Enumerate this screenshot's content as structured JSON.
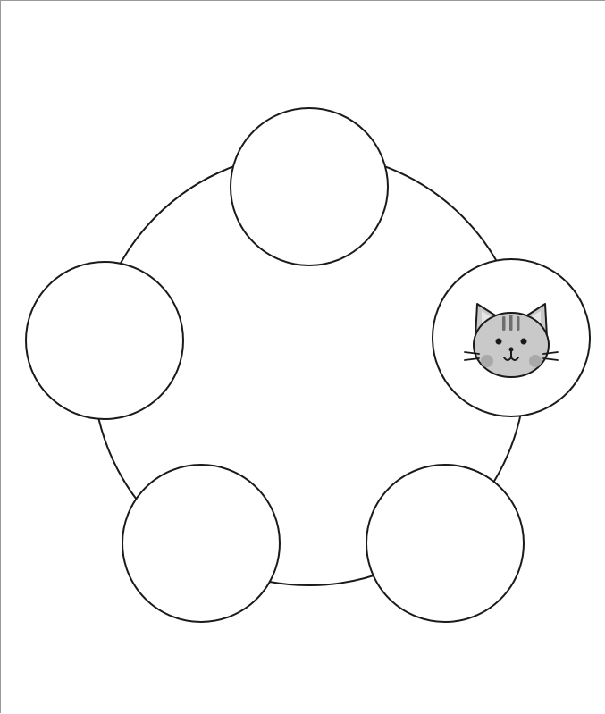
{
  "diagram": {
    "type": "cycle",
    "node_count": 5,
    "nodes": [
      {
        "id": "top",
        "content": ""
      },
      {
        "id": "right",
        "content": "cat-face-icon"
      },
      {
        "id": "bottom-right",
        "content": ""
      },
      {
        "id": "bottom-left",
        "content": ""
      },
      {
        "id": "left",
        "content": ""
      }
    ],
    "colors": {
      "stroke": "#1a1a1a",
      "cat_fur": "#c9c9c9",
      "cat_stripes": "#6e6e6e",
      "cat_ear_inner": "#e6e6e6",
      "cat_cheeks": "#a9a9a9"
    }
  }
}
